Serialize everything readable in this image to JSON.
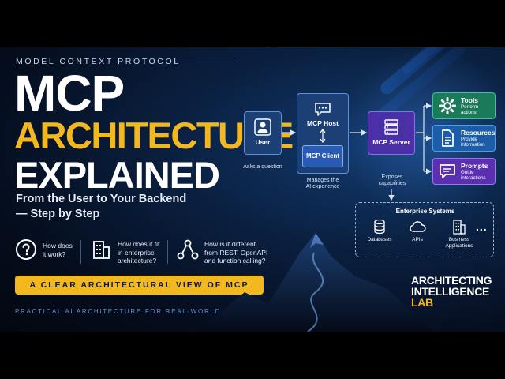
{
  "kicker": "MODEL CONTEXT PROTOCOL",
  "title": {
    "line1": "MCP",
    "line2": "ARCHITECTURE",
    "line3": "EXPLAINED"
  },
  "subtitle": {
    "line1": "From the User to Your Backend",
    "line2": "— Step by Step"
  },
  "questions": [
    {
      "icon": "question-icon",
      "line1": "How does",
      "line2": "it work?",
      "line3": ""
    },
    {
      "icon": "building-icon",
      "line1": "How does it fit",
      "line2": "in enterprise",
      "line3": "architecture?"
    },
    {
      "icon": "network-icon",
      "line1": "How is it different",
      "line2": "from REST, OpenAPI",
      "line3": "and function calling?"
    }
  ],
  "banner": "A CLEAR ARCHITECTURAL VIEW OF MCP",
  "tagline": "PRACTICAL AI ARCHITECTURE FOR REAL-WORLD IMPACT",
  "brand": {
    "line1": "ARCHITECTING",
    "line2": "INTELLIGENCE",
    "line3": "LAB"
  },
  "diagram": {
    "user": {
      "label": "User",
      "caption": "Asks a question"
    },
    "host": {
      "label": "MCP Host",
      "client": "MCP Client",
      "caption_line1": "Manages the",
      "caption_line2": "AI experience"
    },
    "server": {
      "label": "MCP Server",
      "caption_line1": "Exposes",
      "caption_line2": "capabilities"
    },
    "capabilities": [
      {
        "name": "Tools",
        "desc_line1": "Perform actions",
        "desc_line2": ""
      },
      {
        "name": "Resources",
        "desc_line1": "Provide",
        "desc_line2": "information"
      },
      {
        "name": "Prompts",
        "desc_line1": "Guide interactions",
        "desc_line2": ""
      }
    ],
    "enterprise": {
      "title": "Enterprise Systems",
      "items": [
        {
          "line1": "Databases",
          "line2": ""
        },
        {
          "line1": "APIs",
          "line2": ""
        },
        {
          "line1": "Business",
          "line2": "Applications"
        }
      ],
      "more": "..."
    }
  },
  "colors": {
    "accent": "#f4b81f",
    "host": "#1c3f75",
    "server": "#4a2fa6",
    "tools": "#1b7a5a",
    "resources": "#1d5da8",
    "prompts": "#5a2fb0"
  }
}
